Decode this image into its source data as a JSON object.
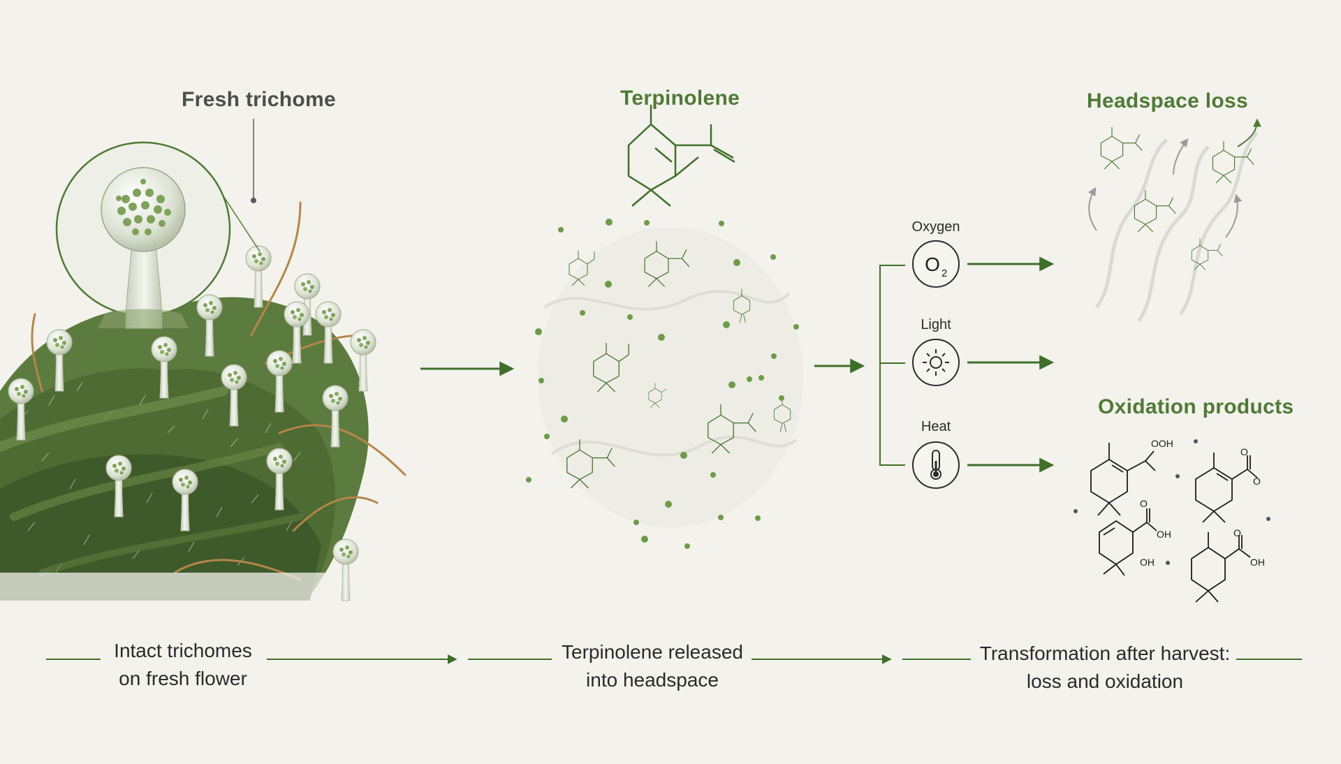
{
  "panels": {
    "fresh_title": "Fresh trichome",
    "terpinolene_title": "Terpinolene",
    "headspace_title": "Headspace loss",
    "oxidation_title": "Oxidation products"
  },
  "factors": {
    "oxygen_label": "Oxygen",
    "oxygen_symbol": "O",
    "oxygen_subscript": "2",
    "light_label": "Light",
    "heat_label": "Heat"
  },
  "chem_labels": {
    "ooh": "OOH",
    "o": "O",
    "oh": "OH"
  },
  "captions": {
    "step1_line1": "Intact trichomes",
    "step1_line2": "on fresh flower",
    "step2_line1": "Terpinolene released",
    "step2_line2": "into headspace",
    "step3_line1": "Transformation after harvest:",
    "step3_line2": "loss and oxidation"
  },
  "colors": {
    "background": "#f3f2ec",
    "accent_green": "#4f7a35",
    "molecule_green": "#3f6f2a",
    "dark_text": "#2a2a2a",
    "trichome_title_gray": "#4a4f49",
    "plant_green": "#5a7a3c",
    "pistil_orange": "#b4864a"
  },
  "icons": [
    "oxygen-icon",
    "sun-icon",
    "thermometer-icon",
    "arrow-right-icon"
  ]
}
